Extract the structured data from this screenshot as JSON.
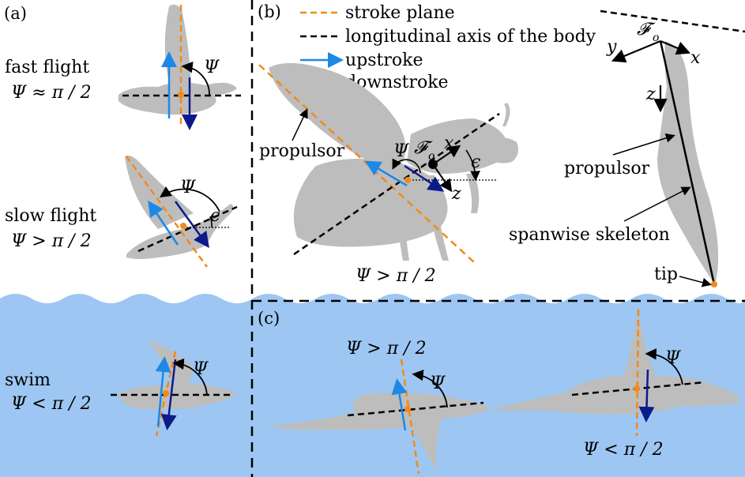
{
  "colors": {
    "water": "#9dc7f2",
    "silhouette": "#bdbdbd",
    "stroke_plane": "#f08a1a",
    "upstroke": "#1e88e5",
    "downstroke": "#0d1b8a",
    "body_axis": "#000000"
  },
  "panels": {
    "a": "(a)",
    "b": "(b)",
    "c": "(c)"
  },
  "legend": {
    "stroke_plane": "stroke plane",
    "body_axis": "longitudinal axis of the body",
    "upstroke": "upstroke",
    "downstroke": "downstroke"
  },
  "labels": {
    "fast_flight": "fast flight",
    "fast_flight_psi": "Ψ ≈ π / 2",
    "slow_flight": "slow flight",
    "slow_flight_psi": "Ψ > π / 2",
    "swim": "swim",
    "swim_psi": "Ψ < π / 2",
    "propulsor_b": "propulsor",
    "psi_b": "Ψ > π / 2",
    "propulsor_wing": "propulsor",
    "spanwise": "spanwise skeleton",
    "tip": "tip",
    "c_left_psi": "Ψ > π / 2",
    "c_right_psi": "Ψ < π / 2"
  },
  "symbols": {
    "psi": "Ψ",
    "epsilon": "ϵ",
    "frame": "𝓕",
    "frame_sub": "o",
    "x": "x",
    "y": "y",
    "z": "z"
  }
}
